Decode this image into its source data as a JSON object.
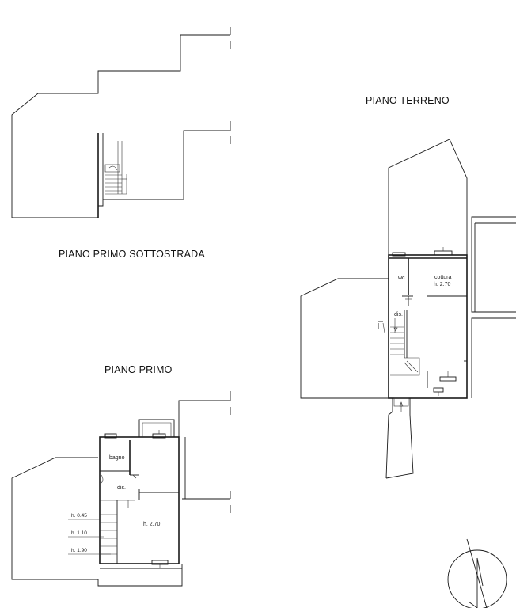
{
  "titles": {
    "piano_terreno": "PIANO TERRENO",
    "piano_sottostrada": "PIANO PRIMO SOTTOSTRADA",
    "piano_primo": "PIANO PRIMO"
  },
  "rooms_terreno": {
    "wc": "wc",
    "cottura": "cottura",
    "cottura_height": "h. 2.70",
    "dis": "dis."
  },
  "rooms_primo": {
    "bagno": "bagno",
    "dis": "dis.",
    "room_height": "h. 2.70"
  },
  "stair_heights": {
    "h1": "h. 0.45",
    "h2": "h. 1.10",
    "h3": "h. 1.90"
  },
  "north_arrow": {
    "icon": "north-arrow-icon"
  }
}
